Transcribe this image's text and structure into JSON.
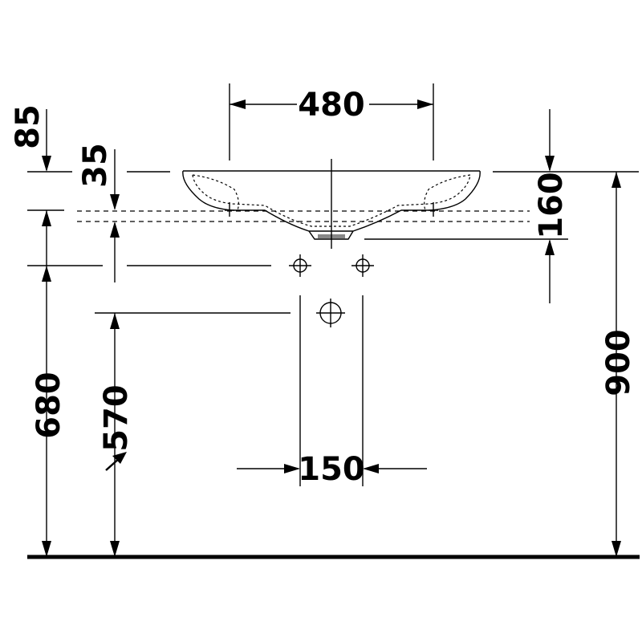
{
  "drawing": {
    "dimensions": {
      "top_width": "480",
      "rim_height": "85",
      "rim_offset": "35",
      "bowl_depth": "160",
      "total_height": "900",
      "tap_holes_height": "680",
      "waste_height": "570",
      "waste_spacing": "150"
    },
    "colors": {
      "ink": "#000000",
      "background": "#ffffff"
    }
  }
}
